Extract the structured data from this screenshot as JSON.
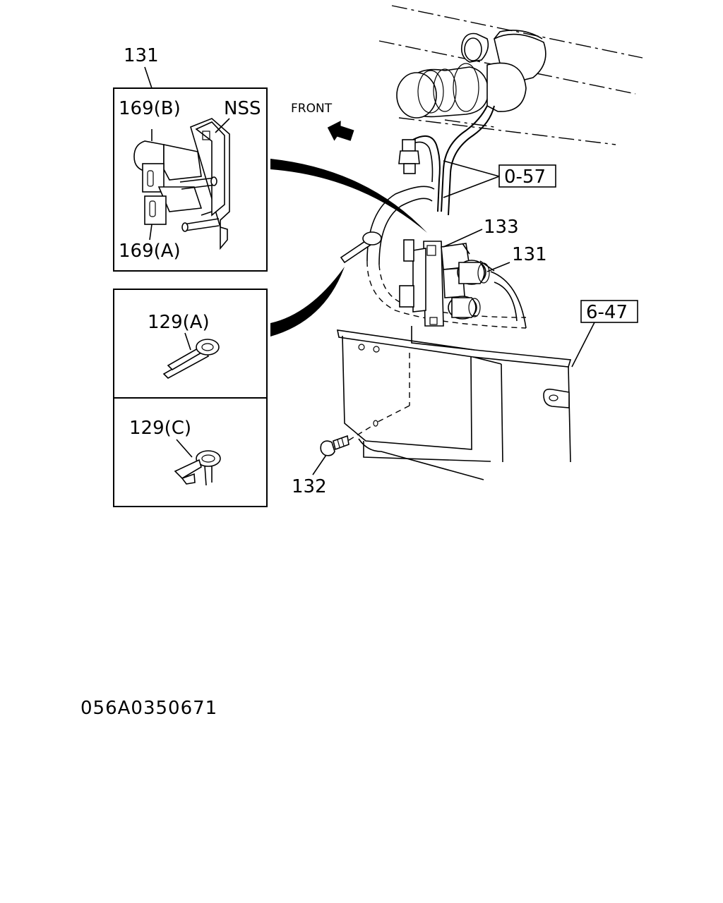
{
  "labels": {
    "valve_inset_ref": "131",
    "valve_port_b": "169(B)",
    "nss": "NSS",
    "valve_port_a": "169(A)",
    "front": "FRONT",
    "ref_0_57": "0-57",
    "bracket": "133",
    "valve_main_ref": "131",
    "ref_6_47": "6-47",
    "clip_a": "129(A)",
    "clip_c": "129(C)",
    "bolt": "132"
  },
  "figure_code": "056A0350671"
}
